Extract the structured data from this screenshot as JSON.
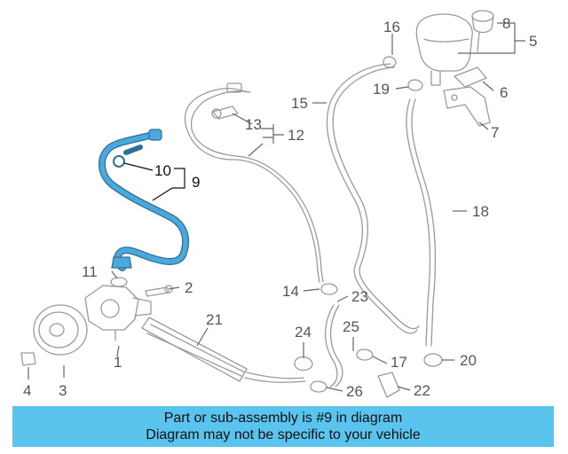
{
  "diagram": {
    "callouts": [
      {
        "id": "c1",
        "label": "1"
      },
      {
        "id": "c2",
        "label": "2"
      },
      {
        "id": "c3",
        "label": "3"
      },
      {
        "id": "c4",
        "label": "4"
      },
      {
        "id": "c5",
        "label": "5"
      },
      {
        "id": "c6",
        "label": "6"
      },
      {
        "id": "c7",
        "label": "7"
      },
      {
        "id": "c8",
        "label": "8"
      },
      {
        "id": "c9",
        "label": "9"
      },
      {
        "id": "c10",
        "label": "10"
      },
      {
        "id": "c11",
        "label": "11"
      },
      {
        "id": "c12",
        "label": "12"
      },
      {
        "id": "c13",
        "label": "13"
      },
      {
        "id": "c14",
        "label": "14"
      },
      {
        "id": "c15",
        "label": "15"
      },
      {
        "id": "c16",
        "label": "16"
      },
      {
        "id": "c17",
        "label": "17"
      },
      {
        "id": "c18",
        "label": "18"
      },
      {
        "id": "c19",
        "label": "19"
      },
      {
        "id": "c20",
        "label": "20"
      },
      {
        "id": "c21",
        "label": "21"
      },
      {
        "id": "c22",
        "label": "22"
      },
      {
        "id": "c23",
        "label": "23"
      },
      {
        "id": "c24",
        "label": "24"
      },
      {
        "id": "c25",
        "label": "25"
      },
      {
        "id": "c26",
        "label": "26"
      }
    ],
    "highlight_color": "#4aa8dd",
    "part_color": "#9a9a9a"
  },
  "banner": {
    "line1": "Part or sub-assembly is #9 in diagram",
    "line2": "Diagram may not be specific to your vehicle",
    "background": "#5ac3ee"
  }
}
